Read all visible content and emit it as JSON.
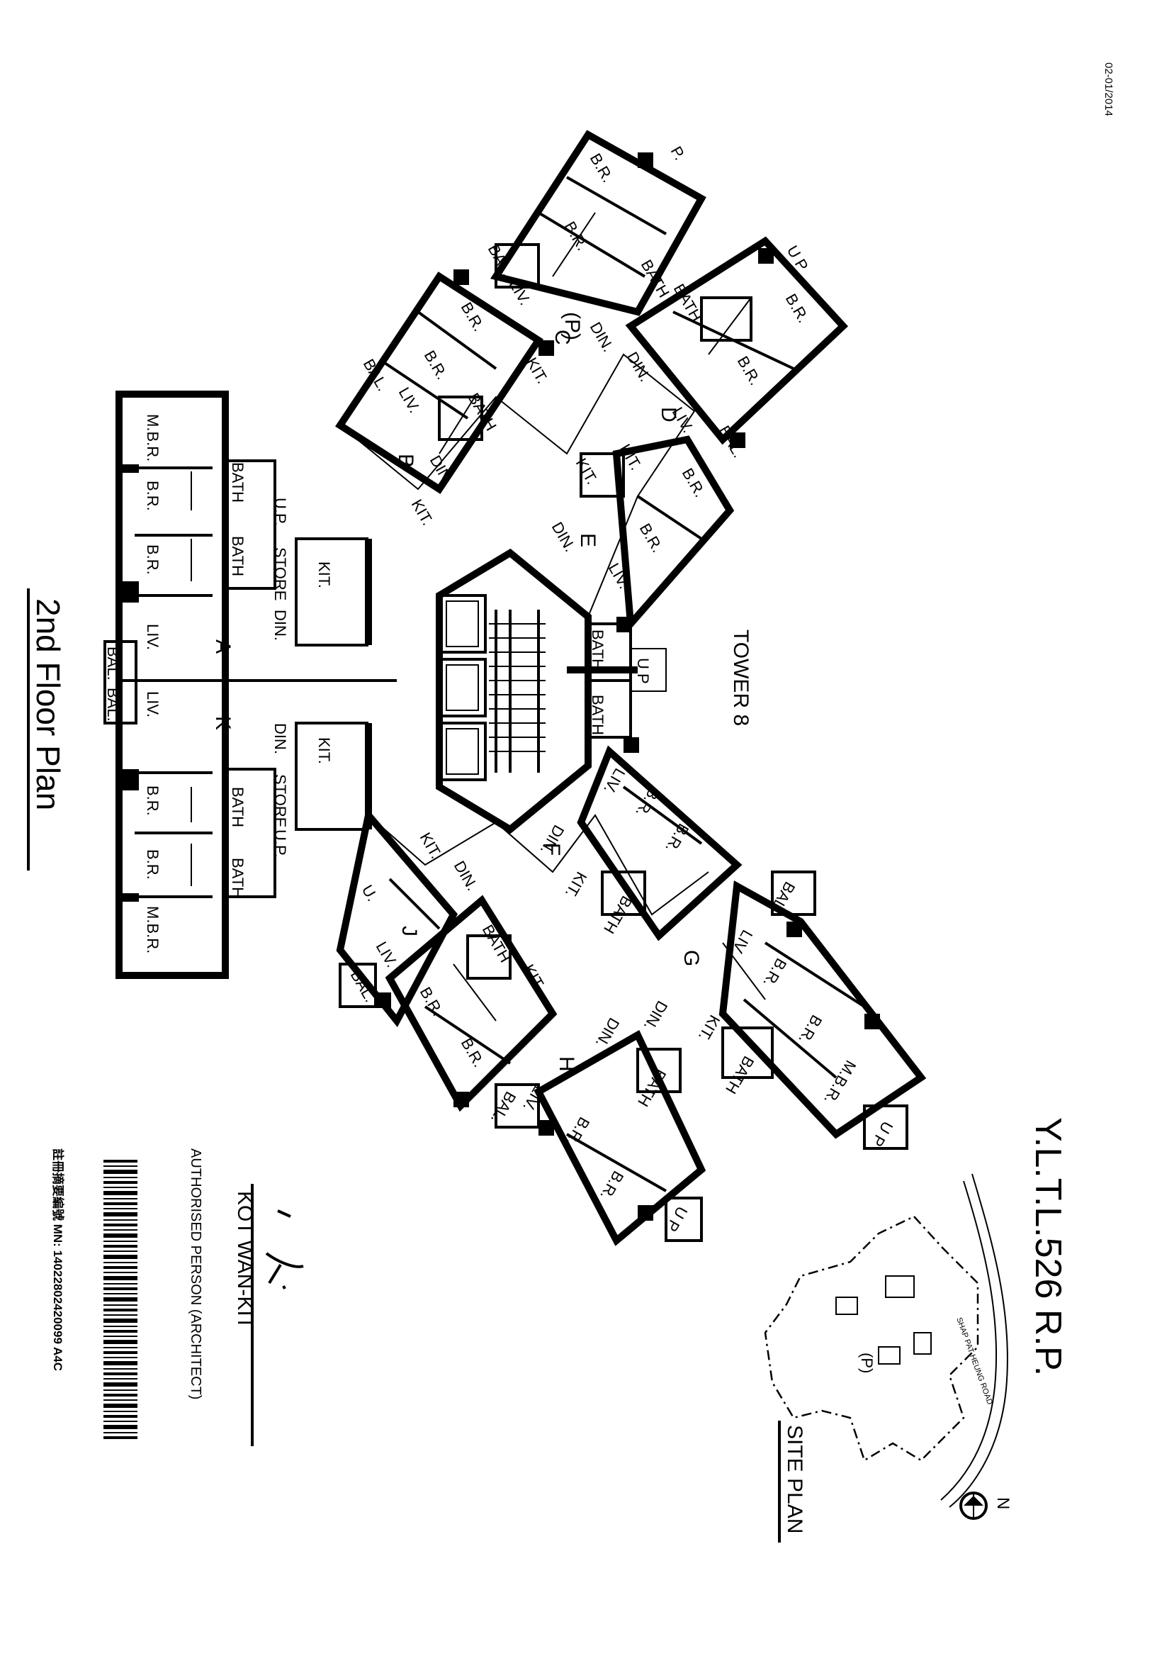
{
  "document": {
    "date_stamp": "02-01/2014",
    "lot": "Y.L.T.L.526 R.P.",
    "floor_title": "2nd Floor Plan",
    "tower": "TOWER 8",
    "site_plan_label": "SITE PLAN",
    "site_plan_marker": "(P)",
    "road_name": "SHAP PAT HEUNG ROAD",
    "north_label": "N",
    "signatory": "KOT WAN-KIT",
    "signatory_role": "AUTHORISED PERSON (ARCHITECT)",
    "barcode_text": "註冊摘要編號 MN: 14022802420099  A4C",
    "common_marker": "(P)"
  },
  "units": [
    "A",
    "B",
    "C",
    "D",
    "E",
    "F",
    "G",
    "H",
    "J",
    "K"
  ],
  "rooms": {
    "bedroom": "B.R.",
    "master_bedroom": "M.B.R.",
    "bath": "BATH",
    "kitchen": "KIT.",
    "dining": "DIN.",
    "living": "LIV.",
    "balcony": "BAL.",
    "store": "STORE",
    "utility": "U.P.",
    "platform": "P.",
    "utility_short": "U.",
    "utility_p": "U P"
  }
}
